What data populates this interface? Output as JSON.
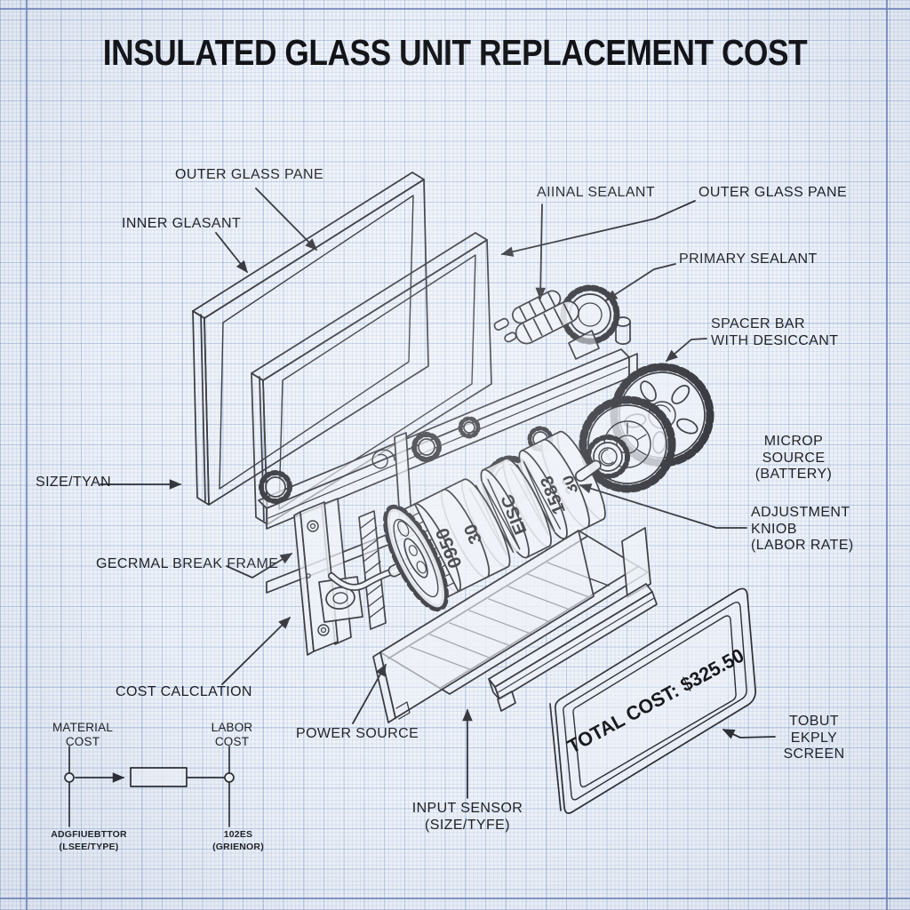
{
  "title": "INSULATED GLASS UNIT REPLACEMENT COST",
  "labels": {
    "outer_glass_pane_left": "OUTER GLASS PANE",
    "inner_glasant": "INNER GLASANT",
    "aiinal_sealant": "AIINAL SEALANT",
    "outer_glass_pane_right": "OUTER GLASS PANE",
    "primary_sealant": "PRIMARY SEALANT",
    "spacer_bar": "SPACER BAR\nWITH DESICCANT",
    "microp_source": "MICROP SOURCE\n(BATTERY)",
    "adjustment_knob": "ADJUSTMENT\nKNIOB\n(LABOR RATE)",
    "size_tyan": "SIZE/TYAN",
    "gecrmal_break_frame": "GECRMAL BREAK FRAME",
    "cost_calclation": "COST CALCLATION",
    "material_cost": "MATERIAL\nCOST",
    "labor_cost": "LABOR\nCOST",
    "power_source": "POWER SOURCE",
    "input_sensor": "INPUT SENSOR\n(SIZE/TYFE)",
    "output_display_screen": "TOBUT EKPLY\nSCREEN",
    "material_input_small": "ADGFIUEBTTOR\n(LSEE/TYPE)",
    "labor_rate_small": "102ES\n(GRIENOR)"
  },
  "display": {
    "total_cost": "TOTAL COST: $325.50"
  },
  "drum": {
    "digits": [
      "0950",
      "30",
      "EISC",
      "1583",
      "30"
    ]
  },
  "colors": {
    "ink": "#22242a",
    "paper": "#eef2f8",
    "grid_minor": "#cdd9ec",
    "grid_major": "#a9bde0",
    "edge_line": "#7287bc"
  }
}
